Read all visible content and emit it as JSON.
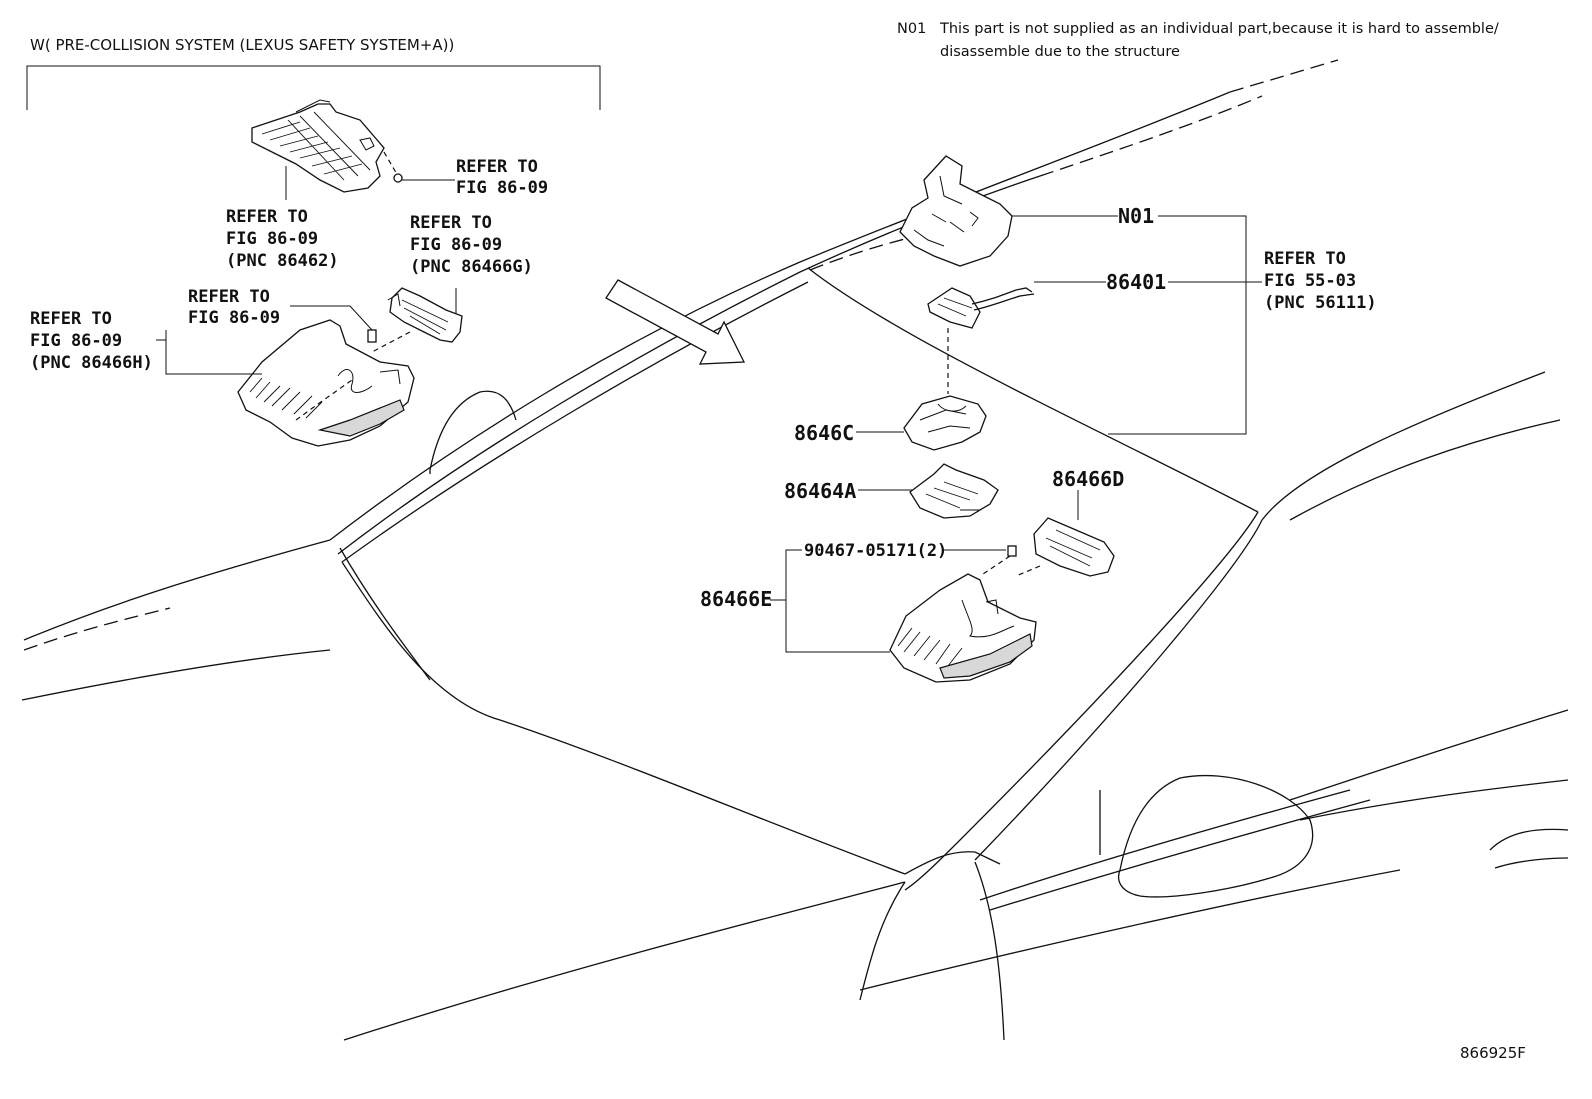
{
  "header": {
    "variant_title": "W( PRE-COLLISION SYSTEM (LEXUS SAFETY SYSTEM+A))",
    "note_code": "N01",
    "note_line1": "This part is not supplied as an individual part,because it is hard to assemble/",
    "note_line2": "disassemble due to the structure"
  },
  "refs": {
    "ref_to": "REFER TO",
    "fig_86_09": "FIG 86-09",
    "fig_55_03": "FIG 55-03",
    "pnc_86462": "(PNC 86462)",
    "pnc_86466g": "(PNC 86466G)",
    "pnc_86466h": "(PNC 86466H)",
    "pnc_56111": "(PNC 56111)"
  },
  "parts": {
    "n01": "N01",
    "p86401": "86401",
    "p8646c": "8646C",
    "p86464a": "86464A",
    "p86466d": "86466D",
    "p90467": "90467-05171(2)",
    "p86466e": "86466E"
  },
  "footer": {
    "drawing_id": "866925F"
  }
}
